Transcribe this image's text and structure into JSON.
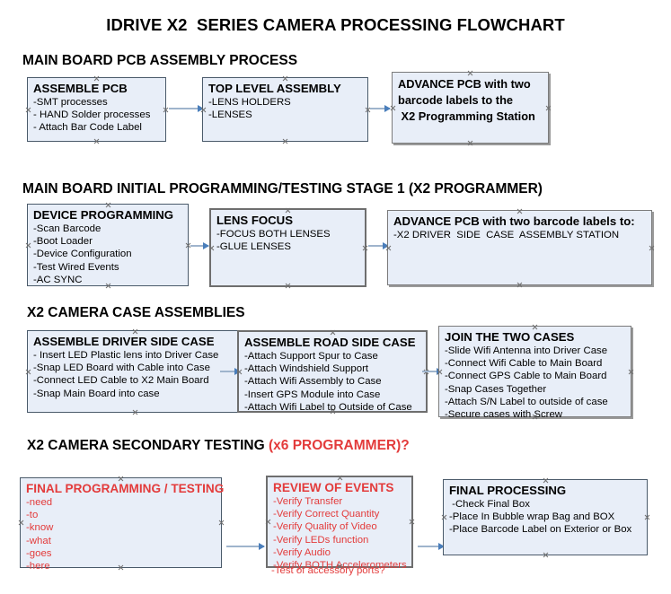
{
  "document": {
    "title": "IDRIVE X2  SERIES CAMERA PROCESSING FLOWCHART"
  },
  "colors": {
    "box_fill": "#e8eef8",
    "box_border": "#4a5a6a",
    "accent_red": "#e33b3b",
    "connector": "#9fb4cc",
    "arrowhead": "#4a7ebb",
    "text": "#000000"
  },
  "sections": [
    {
      "id": "main-board-pcb-assembly",
      "heading": "MAIN BOARD PCB ASSEMBLY PROCESS",
      "heading_accent": "",
      "boxes": [
        {
          "id": "assemble-pcb",
          "title": "ASSEMBLE PCB",
          "lines": [
            "-SMT processes",
            "- HAND Solder processes",
            "- Attach Bar Code Label"
          ]
        },
        {
          "id": "top-level-assembly",
          "title": "TOP LEVEL ASSEMBLY",
          "lines": [
            "-LENS HOLDERS",
            "-LENSES"
          ]
        },
        {
          "id": "advance-pcb-programming-station",
          "title_lines": [
            "ADVANCE PCB with two",
            "barcode labels to the",
            " X2 Programming Station"
          ],
          "lines": []
        }
      ]
    },
    {
      "id": "main-board-initial-programming",
      "heading": "MAIN BOARD INITIAL PROGRAMMING/TESTING STAGE 1 (X2 PROGRAMMER)",
      "heading_accent": "",
      "boxes": [
        {
          "id": "device-programming",
          "title": "DEVICE PROGRAMMING",
          "lines": [
            "-Scan Barcode",
            "-Boot Loader",
            "-Device Configuration",
            "-Test Wired Events",
            "-AC SYNC"
          ]
        },
        {
          "id": "lens-focus",
          "title": "LENS FOCUS",
          "lines": [
            "-FOCUS BOTH LENSES",
            "-GLUE LENSES"
          ]
        },
        {
          "id": "advance-pcb-driver-side-case",
          "title": "ADVANCE PCB with two barcode labels to:",
          "lines": [
            "-X2 DRIVER  SIDE  CASE  ASSEMBLY STATION"
          ]
        }
      ]
    },
    {
      "id": "x2-camera-case-assemblies",
      "heading": "X2 CAMERA CASE ASSEMBLIES",
      "heading_accent": "",
      "boxes": [
        {
          "id": "assemble-driver-side-case",
          "title": "ASSEMBLE DRIVER SIDE CASE",
          "lines": [
            "- Insert LED Plastic lens into Driver Case",
            "-Snap LED Board with Cable into Case",
            "-Connect LED Cable to X2 Main Board",
            "-Snap Main Board into case"
          ]
        },
        {
          "id": "assemble-road-side-case",
          "title": "ASSEMBLE ROAD SIDE CASE",
          "lines": [
            "-Attach Support Spur to Case",
            "-Attach Windshield Support",
            "-Attach Wifi Assembly to Case",
            "-Insert GPS Module into Case",
            "-Attach Wifi Label to Outside of Case"
          ]
        },
        {
          "id": "join-the-two-cases",
          "title": "JOIN THE TWO CASES",
          "lines": [
            "-Slide Wifi Antenna into Driver Case",
            "-Connect Wifi Cable to Main Board",
            "-Connect GPS Cable to Main Board",
            "-Snap Cases Together",
            "-Attach S/N Label to outside of case",
            "-Secure cases with Screw"
          ]
        }
      ]
    },
    {
      "id": "x2-camera-secondary-testing",
      "heading": "X2 CAMERA SECONDARY TESTING ",
      "heading_accent": "(x6 PROGRAMMER)?",
      "boxes": [
        {
          "id": "final-programming-testing",
          "title": "FINAL PROGRAMMING / TESTING",
          "lines": [
            "-need",
            "-to",
            "-know",
            "-what",
            "-goes",
            "-here"
          ]
        },
        {
          "id": "review-of-events",
          "title": "REVIEW OF EVENTS",
          "lines": [
            "-Verify Transfer",
            "-Verify Correct Quantity",
            "-Verify Quality of Video",
            "-Verify LEDs function",
            "-Verify Audio",
            "-Verify BOTH Accelerometers"
          ],
          "overflow_line": "-Test of accessory ports?"
        },
        {
          "id": "final-processing",
          "title": "FINAL PROCESSING",
          "lines": [
            " -Check Final Box",
            "-Place In Bubble wrap Bag and BOX",
            "-Place Barcode Label on Exterior or Box"
          ]
        }
      ]
    }
  ]
}
